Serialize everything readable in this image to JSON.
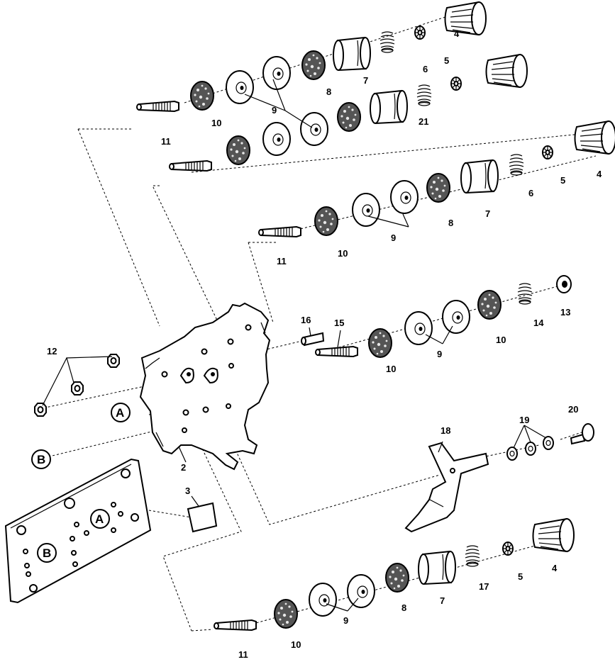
{
  "diagram": {
    "part_numbers": {
      "p2": "2",
      "p3": "3",
      "p4": "4",
      "p5": "5",
      "p6": "6",
      "p7": "7",
      "p8": "8",
      "p9": "9",
      "p10": "10",
      "p11": "11",
      "p12": "12",
      "p13": "13",
      "p14": "14",
      "p15": "15",
      "p16": "16",
      "p17": "17",
      "p18": "18",
      "p19": "19",
      "p20": "20",
      "p21": "21"
    },
    "reference_marks": {
      "a": "A",
      "b": "B"
    }
  }
}
